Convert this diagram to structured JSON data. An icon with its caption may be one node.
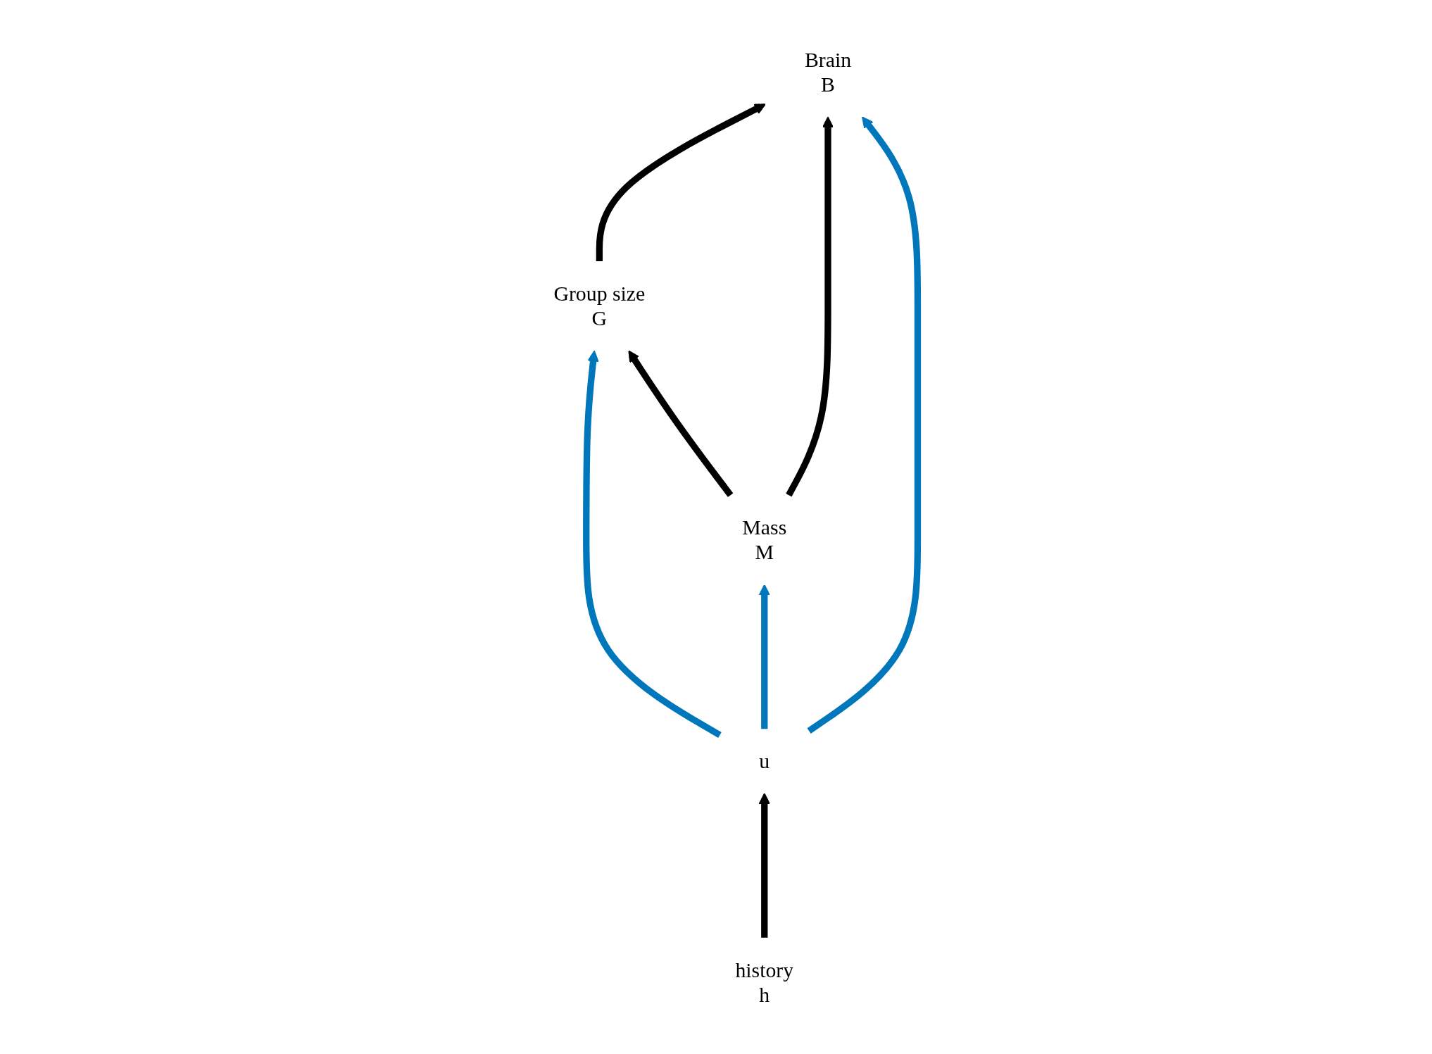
{
  "diagram": {
    "nodes": [
      {
        "text": [
          "G"
        ],
        "beside": [
          "Group size"
        ]
      },
      {
        "text": [
          "B"
        ],
        "beside": [
          "Brain"
        ]
      },
      {
        "text": [
          "M"
        ],
        "beside": [
          "Mass"
        ]
      },
      {
        "text": [
          "u"
        ]
      },
      {
        "text": [
          "h"
        ],
        "beside": [
          "history"
        ]
      }
    ],
    "edges": [
      {
        "from": 0,
        "to": 1,
        "arrow": "to"
      },
      {
        "from": 2,
        "to": 0,
        "arrow": "to"
      },
      {
        "from": 2,
        "to": 1,
        "arrow": "to"
      },
      {
        "from": 3,
        "to": 0,
        "arrow": "to",
        "color": "#0077bb"
      },
      {
        "from": 3,
        "to": 2,
        "arrow": "to",
        "color": "#0077bb"
      },
      {
        "from": 3,
        "to": 1,
        "arrow": "to",
        "color": "#0077bb"
      },
      {
        "from": 4,
        "to": 3,
        "arrow": "to"
      }
    ]
  }
}
